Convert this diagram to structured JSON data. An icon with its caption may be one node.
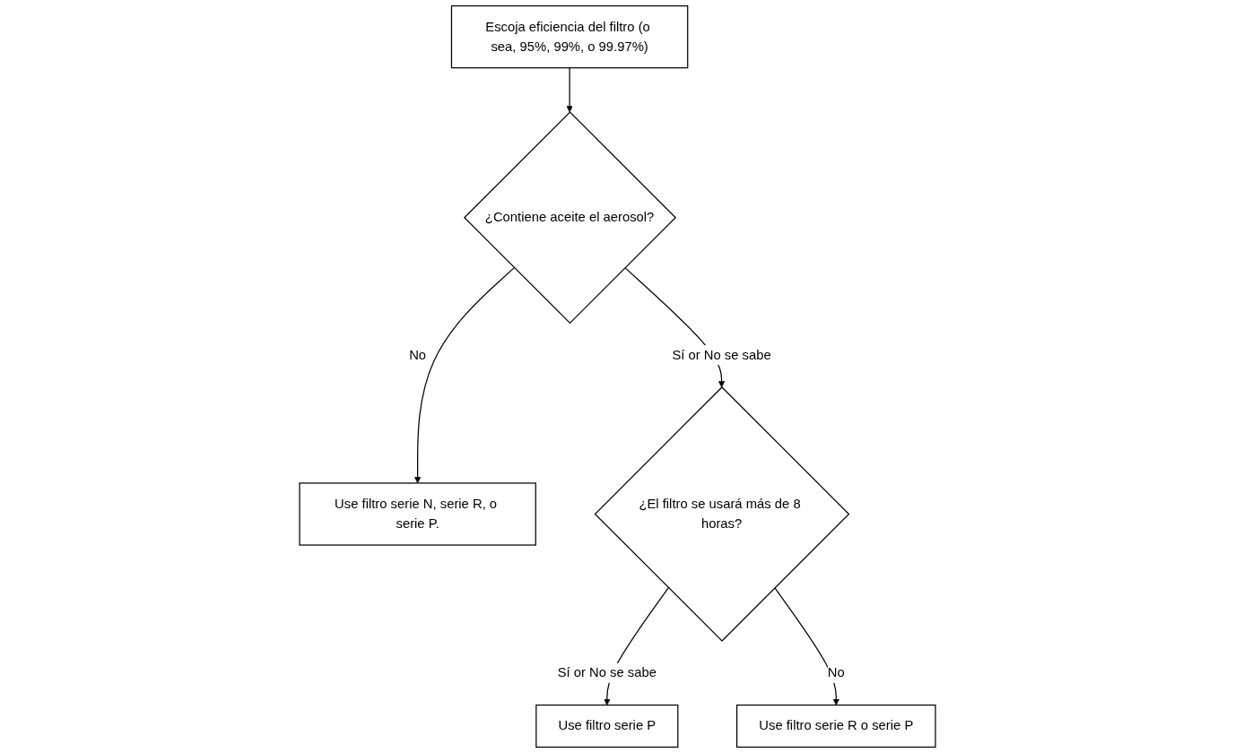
{
  "diagram": {
    "nodes": [
      {
        "text": [
          "Escoja eficiencia del filtro (o sea, 95%, 99%, o 99.97%)"
        ]
      },
      {
        "text": [
          "¿Contiene aceite el aerosol?"
        ]
      },
      {
        "text": [
          "Use filtro serie N, serie R, o serie P."
        ]
      },
      {
        "text": [
          "¿El filtro se usará más de 8 horas?"
        ]
      },
      {
        "text": [
          "Use filtro serie P"
        ]
      },
      {
        "text": [
          "Use filtro serie R o serie P"
        ]
      }
    ],
    "edges": [
      {
        "from": 0,
        "to": 1,
        "arrow": "to"
      },
      {
        "from": 1,
        "to": 3,
        "arrow": "to",
        "label": "Sí or No se sabe"
      },
      {
        "from": 1,
        "to": 2,
        "arrow": "to",
        "label": "No"
      },
      {
        "from": 3,
        "to": 4,
        "arrow": "to",
        "label": "Sí or No se sabe"
      },
      {
        "from": 3,
        "to": 5,
        "arrow": "to",
        "label": "No"
      }
    ]
  }
}
